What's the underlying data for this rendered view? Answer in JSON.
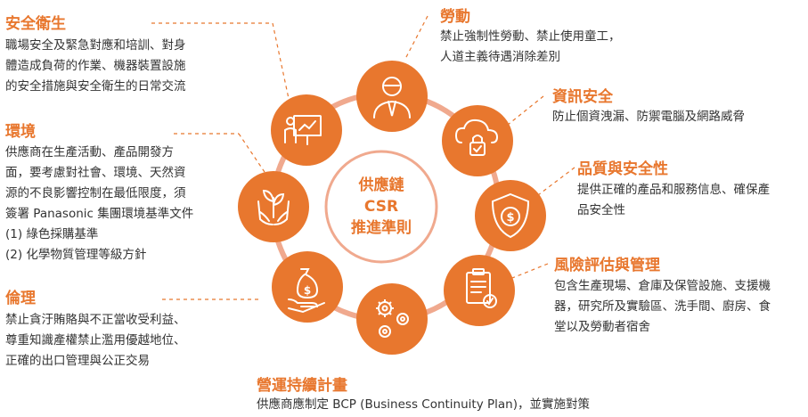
{
  "center": {
    "lines": [
      "供應鏈",
      "CSR",
      "推進準則"
    ]
  },
  "categories": {
    "safety": {
      "title": "安全衛生",
      "lines": [
        "職場安全及緊急對應和培訓、對身",
        "體造成負荷的作業、機器裝置設施",
        "的安全措施與安全衛生的日常交流"
      ]
    },
    "environment": {
      "title": "環境",
      "lines": [
        "供應商在生產活動、產品開發方",
        "面，要考慮對社會、環境、天然資",
        "源的不良影響控制在最低限度，須",
        "簽署 Panasonic 集團環境基準文件",
        "(1) 綠色採購基準",
        "(2) 化學物質管理等級方針"
      ]
    },
    "ethics": {
      "title": "倫理",
      "lines": [
        "禁止貪汙賄賂與不正當收受利益、",
        "尊重知識產權禁止濫用優越地位、",
        "正確的出口管理與公正交易"
      ]
    },
    "labor": {
      "title": "勞動",
      "lines": [
        "禁止強制性勞動、禁止使用童工，",
        "人道主義待遇消除差別"
      ]
    },
    "infosec": {
      "title": "資訊安全",
      "lines": [
        "防止個資洩漏、防禦電腦及網路威脅"
      ]
    },
    "quality": {
      "title": "品質與安全性",
      "lines": [
        "提供正確的產品和服務信息、確保產",
        "品安全性"
      ]
    },
    "risk": {
      "title": "風險評估與管理",
      "lines": [
        "包含生產現場、倉庫及保管設施、支援機",
        "器，研究所及實驗區、洗手間、廚房、食",
        "堂以及勞動者宿舍"
      ]
    },
    "bcp": {
      "title": "營運持續計畫",
      "lines": [
        "供應商應制定 BCP (Business Continuity Plan)，並實施對策"
      ]
    }
  },
  "colors": {
    "accent": "#e8772e",
    "ring": "#f0a98e",
    "text": "#333333",
    "dash": "#e8772e"
  },
  "icons": {
    "labor": "worker-icon",
    "infosec": "cloud-lock-icon",
    "quality": "shield-dollar-icon",
    "risk": "clipboard-check-icon",
    "bcp": "gears-icon",
    "ethics": "money-bag-hand-icon",
    "environment": "plant-hands-icon",
    "safety": "presentation-icon"
  }
}
